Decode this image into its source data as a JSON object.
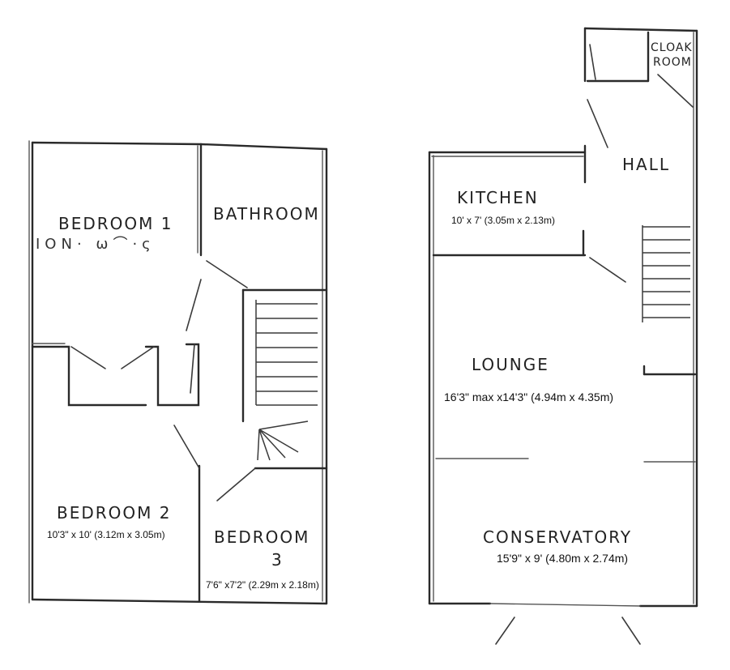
{
  "first_floor": {
    "bedroom1": {
      "label": "BEDROOM 1",
      "scrawl": "ΙΟΝ· ω⌒·ς"
    },
    "bathroom": {
      "label": "BATHROOM"
    },
    "bedroom2": {
      "label": "BEDROOM 2",
      "dimensions": "10'3\" x 10' (3.12m x 3.05m)"
    },
    "bedroom3": {
      "label_line1": "BEDROOM",
      "label_line2": "3",
      "dimensions": "7'6\" x7'2\" (2.29m x 2.18m)"
    }
  },
  "ground_floor": {
    "cloakroom": {
      "label_line1": "CLOAK",
      "label_line2": "ROOM"
    },
    "hall": {
      "label": "HALL"
    },
    "kitchen": {
      "label": "KITCHEN",
      "dimensions": "10' x 7' (3.05m x 2.13m)"
    },
    "lounge": {
      "label": "LOUNGE",
      "dimensions": "16'3\" max x14'3\" (4.94m x 4.35m)"
    },
    "conservatory": {
      "label": "CONSERVATORY",
      "dimensions": "15'9\" x 9' (4.80m x 2.74m)"
    }
  }
}
